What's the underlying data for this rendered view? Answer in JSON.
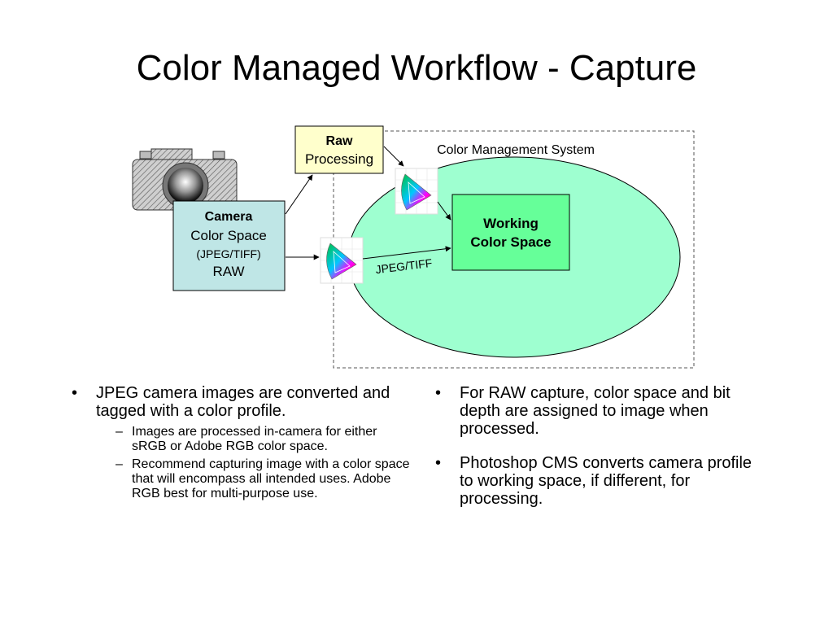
{
  "slide": {
    "title": "Color Managed Workflow - Capture"
  },
  "diagram": {
    "cms_label": "Color Management System",
    "raw_box": {
      "line1": "Raw",
      "line2": "Processing"
    },
    "camera_box": {
      "line1": "Camera",
      "line2": "Color Space",
      "line3": "(JPEG/TIFF)",
      "line4": "RAW"
    },
    "working_box": {
      "line1": "Working",
      "line2": "Color Space"
    },
    "jpeg_arrow_label": "JPEG/TIFF",
    "colors": {
      "ellipse_fill": "#9effd0",
      "working_fill": "#66ff99",
      "camera_fill": "#bfe6e6",
      "raw_fill": "#ffffcc"
    }
  },
  "bullets": {
    "left": {
      "main": "JPEG camera images are converted and tagged with a color profile.",
      "sub": [
        "Images are processed in-camera for either sRGB or Adobe RGB color space.",
        "Recommend capturing image with a color space that will encompass all intended uses. Adobe RGB best for multi-purpose use."
      ]
    },
    "right": [
      "For RAW capture, color space and bit depth are assigned to image when processed.",
      "Photoshop CMS converts camera profile to working space, if different, for processing."
    ]
  }
}
